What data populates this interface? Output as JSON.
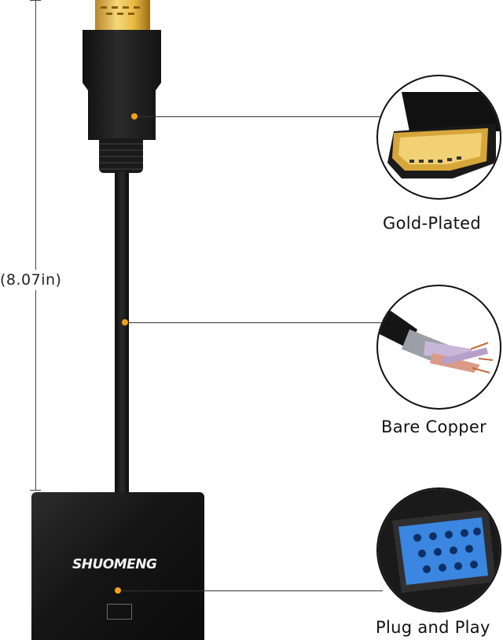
{
  "dimension": {
    "label": "(8.07in)"
  },
  "product": {
    "brand": "SHUOMENG"
  },
  "features": [
    {
      "label": "Gold-Plated",
      "icon": "gold-plated-connector-icon"
    },
    {
      "label": "Bare Copper",
      "icon": "copper-wires-icon"
    },
    {
      "label": "Plug and Play",
      "icon": "vga-port-icon"
    }
  ],
  "colors": {
    "accent_dot": "#f2a11c",
    "vga_blue": "#3a86e0"
  }
}
